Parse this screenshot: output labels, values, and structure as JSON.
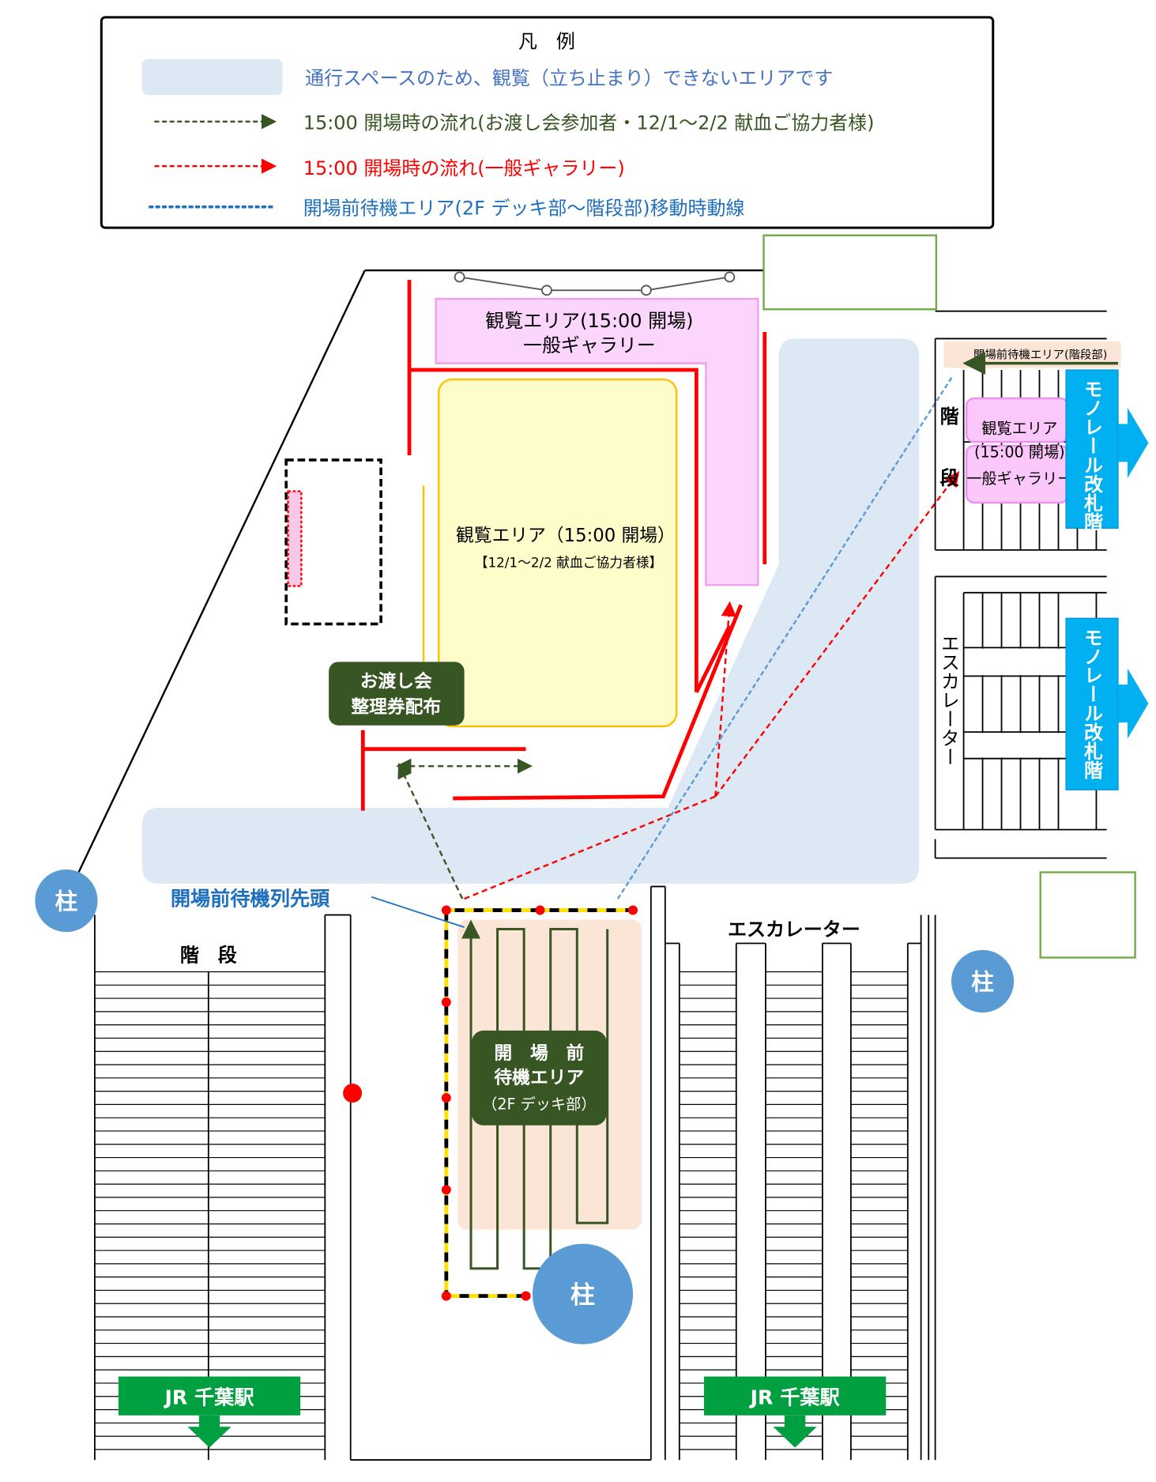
{
  "legend": {
    "title": "凡　例",
    "items": [
      {
        "label": "通行スペースのため、観覧（立ち止まり）できないエリアです",
        "color": "#4472c4"
      },
      {
        "label": "15:00 開場時の流れ(お渡し会参加者・12/1～2/2 献血ご協力者様)",
        "color": "#375623"
      },
      {
        "label": "15:00 開場時の流れ(一般ギャラリー)",
        "color": "#ff0000"
      },
      {
        "label": "開場前待機エリア(2F デッキ部～階段部)移動時動線",
        "color": "#1f6fbf"
      }
    ]
  },
  "map": {
    "gallery_area": {
      "line1": "観覧エリア(15:00 開場)",
      "line2": "一般ギャラリー"
    },
    "donor_area": {
      "line1": "観覧エリア（15:00 開場）",
      "line2": "【12/1～2/2 献血ご協力者様】"
    },
    "ticket_box": {
      "line1": "お渡し会",
      "line2": "整理券配布"
    },
    "stair_wait": "開場前待機エリア(階段部)",
    "stair_label": [
      "階",
      "段"
    ],
    "stair_gallery": {
      "line1": "観覧エリア",
      "line2": "(15:00 開場)",
      "line3": "一般ギャラリー"
    },
    "monorail": "モノレール改札階",
    "escalator_vertical": "エスカレーター",
    "pillar": "柱",
    "queue_head": "開場前待機列先頭",
    "stairs_bottom": "階　段",
    "escalator_bottom": "エスカレーター",
    "wait_area": {
      "line1": "開　場　前",
      "line2": "待機エリア",
      "line3": "（2F デッキ部）"
    },
    "jr": "JR 千葉駅"
  },
  "colors": {
    "no_stop": "#dde8f5",
    "pillar": "#5b9bd5",
    "monorail": "#00b0f0",
    "dark_green": "#375623",
    "jr_green": "#00a040"
  }
}
